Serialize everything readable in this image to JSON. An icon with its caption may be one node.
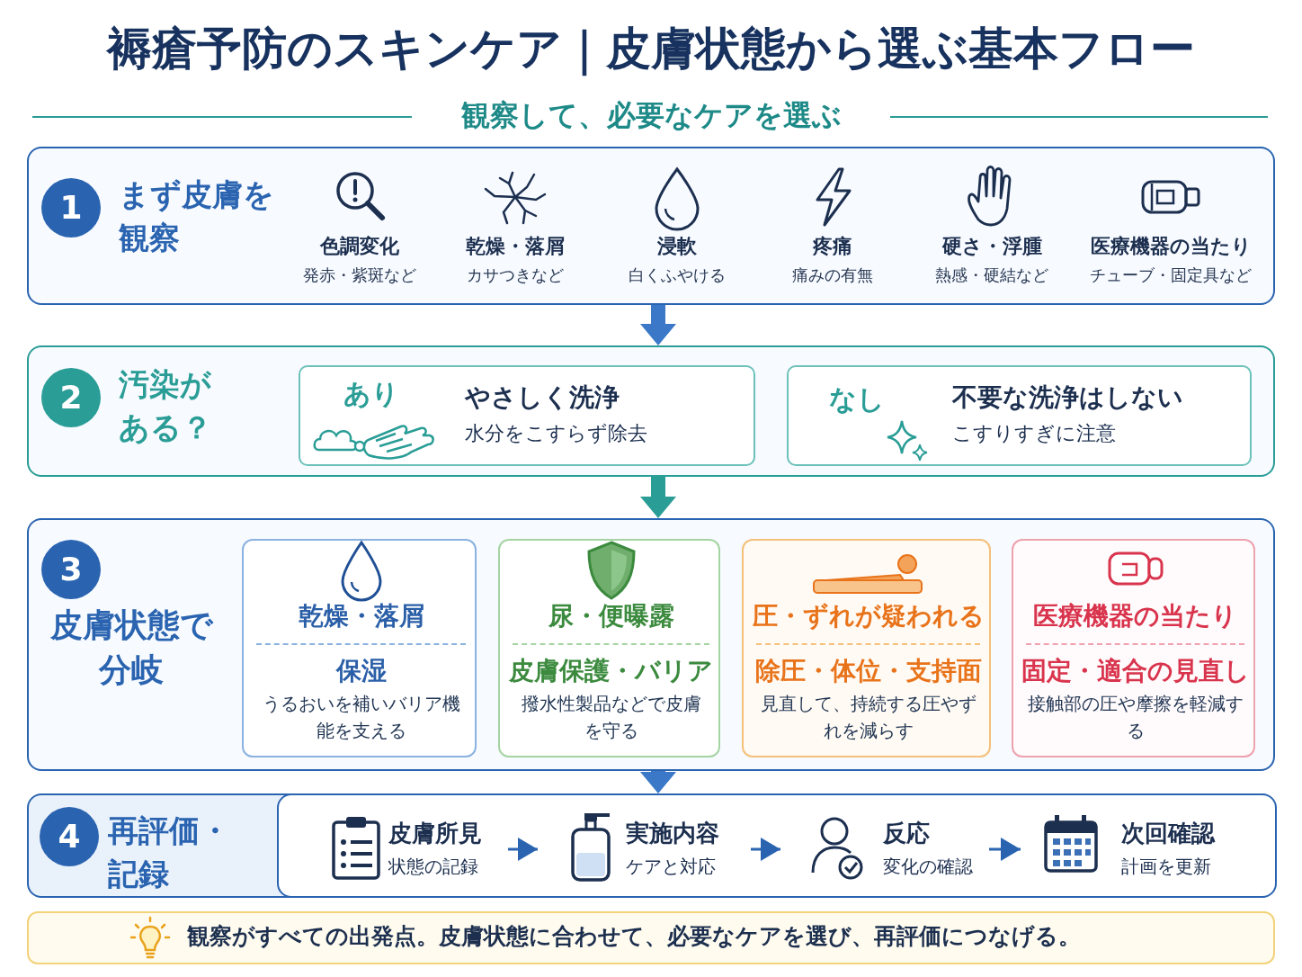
{
  "diagram": {
    "title": "褥瘡予防のスキンケア｜皮膚状態から選ぶ基本フロー",
    "nodes": [
      {
        "text": [
          "1",
          "まず皮膚を観察"
        ]
      },
      {
        "text": [
          "色調変化",
          "発赤・紫斑など"
        ],
        "in": 0
      },
      {
        "text": [
          "乾燥・落屑",
          "カサつきなど"
        ],
        "in": 0
      },
      {
        "text": [
          "浸軟",
          "白くふやける"
        ],
        "in": 0
      },
      {
        "text": [
          "疼痛",
          "痛みの有無"
        ],
        "in": 0
      },
      {
        "text": [
          "硬さ・浮腫",
          "熱感・硬結など"
        ],
        "in": 0
      },
      {
        "text": [
          "医療機器の当たり",
          "チューブ・固定具など"
        ],
        "in": 0
      },
      {
        "text": [
          "2",
          "汚染がある？"
        ]
      },
      {
        "text": [
          "あり",
          "やさしく洗浄",
          "水分をこすらず除去"
        ],
        "in": 7
      },
      {
        "text": [
          "なし",
          "不要な洗浄はしない",
          "こすりすぎに注意"
        ],
        "in": 7
      },
      {
        "text": [
          "3",
          "皮膚状態で分岐"
        ]
      },
      {
        "text": [
          "乾燥・落屑",
          "保湿",
          "うるおいを補いバリア機能を支える"
        ],
        "in": 10
      },
      {
        "text": [
          "尿・便曝露",
          "皮膚保護・バリア",
          "撥水性製品などで皮膚を守る"
        ],
        "in": 10
      },
      {
        "text": [
          "圧・ずれが疑われる",
          "除圧・体位・支持面",
          "見直して、持続する圧やずれを減らす"
        ],
        "in": 10
      },
      {
        "text": [
          "医療機器の当たり",
          "固定・適合の見直し",
          "接触部の圧や摩擦を軽減する"
        ],
        "in": 10
      },
      {
        "text": [
          "4",
          "再評価・記録"
        ]
      },
      {
        "text": [
          "皮膚所見",
          "状態の記録"
        ],
        "in": 15
      },
      {
        "text": [
          "実施内容",
          "ケアと対応"
        ],
        "in": 15
      },
      {
        "text": [
          "反応",
          "変化の確認"
        ],
        "in": 15
      },
      {
        "text": [
          "次回確認",
          "計画を更新"
        ],
        "in": 15
      }
    ],
    "edges": [
      {
        "from": 0,
        "to": 7,
        "arrow": "to",
        "style": "thick"
      },
      {
        "from": 7,
        "to": 10,
        "arrow": "to",
        "style": "thick",
        "color": "#2a9d96"
      },
      {
        "from": 10,
        "to": 15,
        "arrow": "to",
        "style": "thick"
      },
      {
        "from": 16,
        "to": 17,
        "arrow": "to"
      },
      {
        "from": 17,
        "to": 18,
        "arrow": "to"
      },
      {
        "from": 18,
        "to": 19,
        "arrow": "to"
      }
    ],
    "labels": [
      "観察して、必要なケアを選ぶ",
      "観察がすべての出発点。皮膚状態に合わせて、必要なケアを選び、再評価につなげる。"
    ]
  }
}
